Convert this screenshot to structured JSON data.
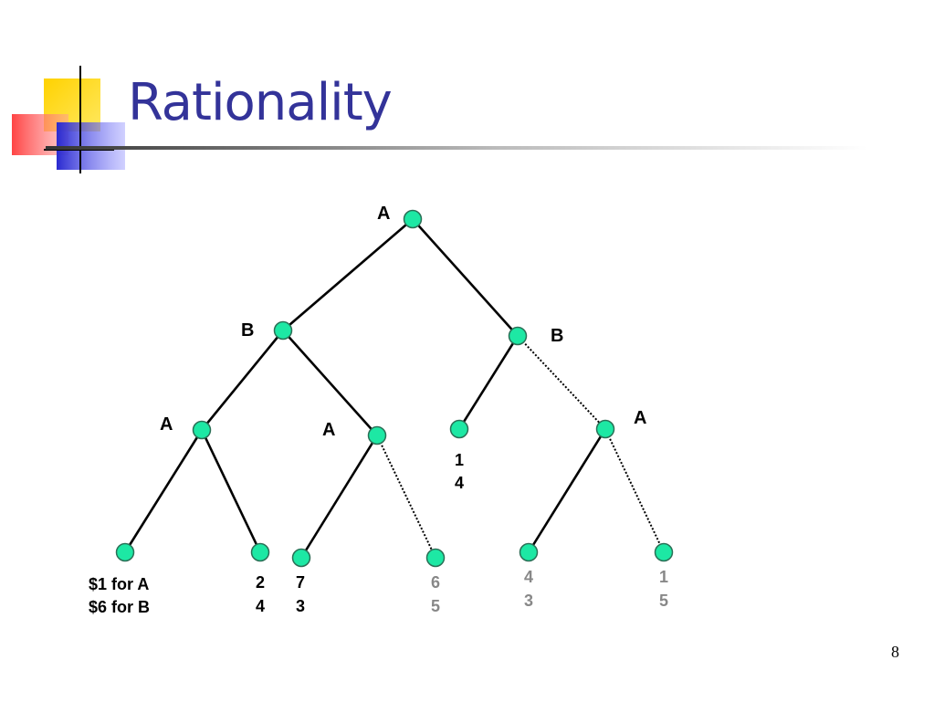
{
  "slide": {
    "title": "Rationality",
    "page_number": "8"
  },
  "colors": {
    "title": "#333399",
    "node_fill": "#1de8a4",
    "logo_yellow": "#ffd200",
    "logo_red": "#ff4d4d",
    "logo_blue": "#3333cc",
    "greyed_payoff": "#888888"
  },
  "tree": {
    "player_labels": {
      "root": "A",
      "left_b": "B",
      "right_b": "B",
      "ll_a": "A",
      "lr_a": "A",
      "rr_a": "A"
    },
    "payoffs": {
      "p1": {
        "line1": "$1 for A",
        "line2": "$6 for B"
      },
      "p2": {
        "line1": "2",
        "line2": "4"
      },
      "p3": {
        "line1": "7",
        "line2": "3"
      },
      "p4": {
        "line1": "6",
        "line2": "5"
      },
      "p5": {
        "line1": "1",
        "line2": "4"
      },
      "p6": {
        "line1": "4",
        "line2": "3"
      },
      "p7": {
        "line1": "1",
        "line2": "5"
      }
    }
  }
}
